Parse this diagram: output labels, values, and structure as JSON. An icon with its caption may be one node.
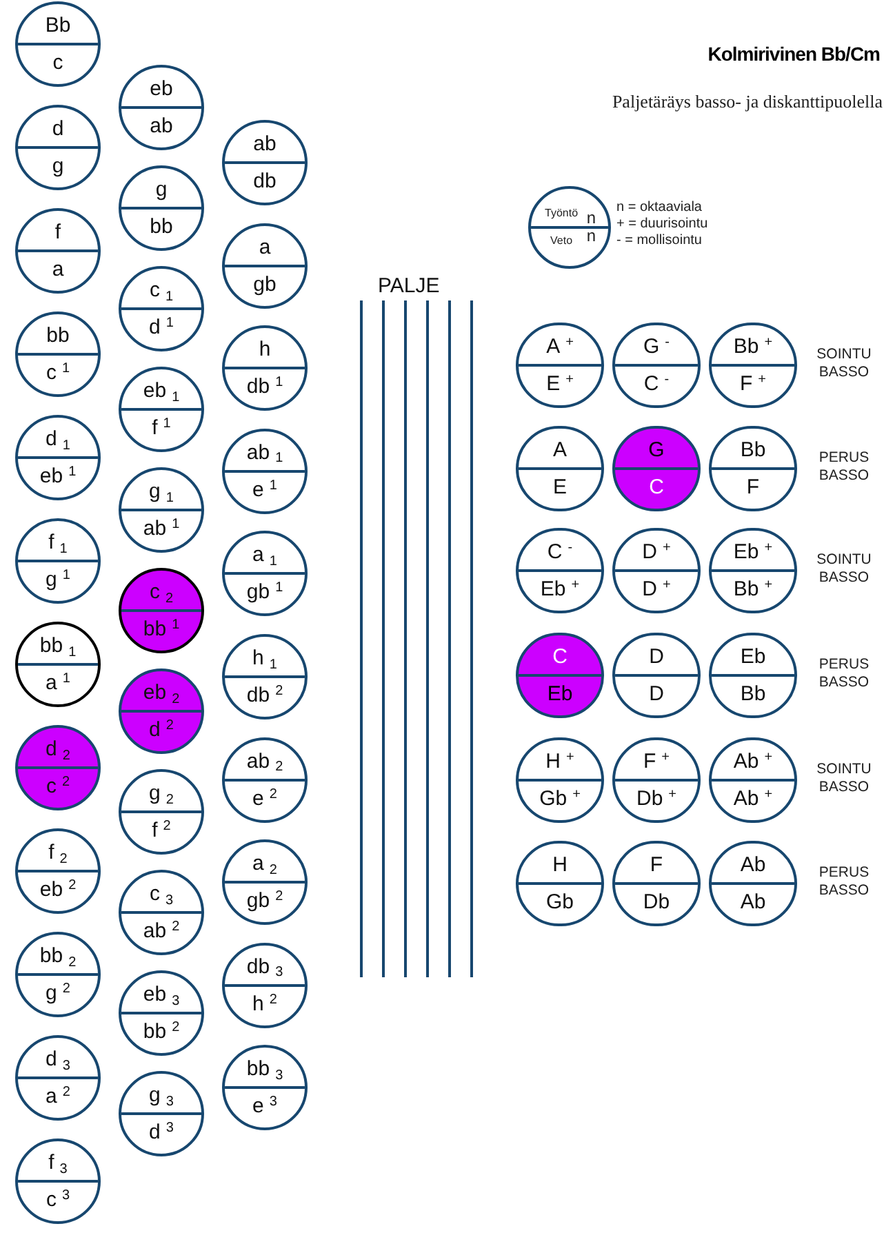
{
  "diagram": {
    "title": "Kolmirivinen Bb/Cm",
    "nodes": [
      {
        "text": [
          "Bb",
          "c"
        ]
      },
      {
        "text": [
          "d",
          "g"
        ]
      },
      {
        "text": [
          "f",
          "a"
        ]
      },
      {
        "text": [
          "bb",
          "c$^{1}$"
        ]
      },
      {
        "text": [
          "d$_{1}$",
          "eb$^{1}$"
        ]
      },
      {
        "text": [
          "f$_{1}$",
          "g$^{1}$"
        ]
      },
      {
        "text": [
          "bb$_{1}$",
          "a$^{1}$"
        ]
      },
      {
        "text": [
          "d$_{2}$",
          "c$^{2}$"
        ]
      },
      {
        "text": [
          "f$_{2}$",
          "eb$^{2}$"
        ]
      },
      {
        "text": [
          "bb$_{2}$",
          "g$^{2}$"
        ]
      },
      {
        "text": [
          "d$_{3}$",
          "a$^{2}$"
        ]
      },
      {
        "text": [
          "f$_{3}$",
          "c$^{3}$"
        ]
      },
      {
        "text": [
          "eb",
          "ab"
        ]
      },
      {
        "text": [
          "g",
          "bb"
        ]
      },
      {
        "text": [
          "c$_{1}$",
          "d$^{1}$"
        ]
      },
      {
        "text": [
          "eb$_{1}$",
          "f$^{1}$"
        ]
      },
      {
        "text": [
          "g$_{1}$",
          "ab$^{1}$"
        ]
      },
      {
        "text": [
          "c$_{2}$",
          "bb$^{1}$"
        ]
      },
      {
        "text": [
          "eb$_{2}$",
          "d$^{2}$"
        ]
      },
      {
        "text": [
          "g$_{2}$",
          "f$^{2}$"
        ]
      },
      {
        "text": [
          "c$_{3}$",
          "ab$^{2}$"
        ]
      },
      {
        "text": [
          "eb$_{3}$",
          "bb$^{2}$"
        ]
      },
      {
        "text": [
          "g$_{3}$",
          "d$^{3}$"
        ]
      },
      {
        "text": [
          "ab",
          "db"
        ]
      },
      {
        "text": [
          "a",
          "gb"
        ]
      },
      {
        "text": [
          "h",
          "db$^{1}$"
        ]
      },
      {
        "text": [
          "ab$_{1}$",
          "e$^{1}$"
        ]
      },
      {
        "text": [
          "a$_{1}$",
          "gb$^{1}$"
        ]
      },
      {
        "text": [
          "h$_{1}$",
          "db$^{2}$"
        ]
      },
      {
        "text": [
          "ab$_{2}$",
          "e$^{2}$"
        ]
      },
      {
        "text": [
          "a$_{2}$",
          "gb$^{2}$"
        ]
      },
      {
        "text": [
          "db$_{3}$",
          "h$^{2}$"
        ]
      },
      {
        "text": [
          "bb$_{3}$",
          "e$^{3}$"
        ]
      },
      {
        "text": [
          "Työntö",
          "n",
          "Veto",
          "n"
        ]
      },
      {
        "text": [
          "A$^{+}$",
          "E$^{+}$"
        ]
      },
      {
        "text": [
          "G$^{-}$",
          "C$^{-}$"
        ]
      },
      {
        "text": [
          "Bb$^{+}$",
          "F$^{+}$"
        ]
      },
      {
        "text": [
          "A",
          "E"
        ]
      },
      {
        "text": [
          "G",
          "C"
        ]
      },
      {
        "text": [
          "Bb",
          "F"
        ]
      },
      {
        "text": [
          "C$^{-}$",
          "Eb$^{+}$"
        ]
      },
      {
        "text": [
          "D$^{+}$",
          "D$^{+}$"
        ]
      },
      {
        "text": [
          "Eb$^{+}$",
          "Bb$^{+}$"
        ]
      },
      {
        "text": [
          "C",
          "Eb"
        ]
      },
      {
        "text": [
          "D",
          "D"
        ]
      },
      {
        "text": [
          "Eb",
          "Bb"
        ]
      },
      {
        "text": [
          "H$^{+}$",
          "Gb$^{+}$"
        ]
      },
      {
        "text": [
          "F$^{+}$",
          "Db$^{+}$"
        ]
      },
      {
        "text": [
          "Ab$^{+}$",
          "Ab$^{+}$"
        ]
      },
      {
        "text": [
          "H",
          "Gb"
        ]
      },
      {
        "text": [
          "F",
          "Db"
        ]
      },
      {
        "text": [
          "Ab",
          "Ab"
        ]
      }
    ],
    "labels": [
      "Paljetäräys basso- ja diskanttipuolella",
      "n = oktaaviala",
      "+ = duurisointu",
      "- = mollisointu",
      "PALJE",
      "SOINTU BASSO",
      "PERUS BASSO",
      "SOINTU BASSO",
      "PERUS BASSO",
      "SOINTU BASSO",
      "PERUS BASSO"
    ]
  }
}
